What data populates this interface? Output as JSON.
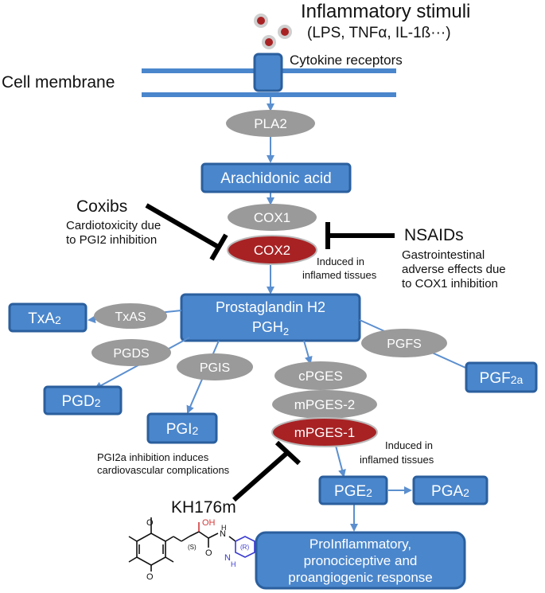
{
  "stimuli": {
    "line1": "Inflammatory stimuli",
    "line2": "(LPS, TNFα, IL-1ß···)"
  },
  "receptors": "Cytokine receptors",
  "membrane": "Cell membrane",
  "pla2": "PLA2",
  "arachidonic": "Arachidonic acid",
  "cox1": "COX1",
  "cox2": "COX2",
  "coxibs": {
    "title": "Coxibs",
    "line1": "Cardiotoxicity due",
    "line2": "to PGI2 inhibition"
  },
  "nsaids": {
    "title": "NSAIDs",
    "line1": "Gastrointestinal",
    "line2": "adverse effects due",
    "line3": "to COX1 inhibition"
  },
  "induced1": {
    "line1": "Induced in",
    "line2": "inflamed tissues"
  },
  "pgh2": {
    "line1": "Prostaglandin H2",
    "line2": "PGH",
    "sub": "2"
  },
  "txas": "TxAS",
  "txa2": {
    "main": "TxA",
    "sub": "2"
  },
  "pgds": "PGDS",
  "pgd2": {
    "main": "PGD",
    "sub": "2"
  },
  "pgis": "PGIS",
  "pgi2": {
    "main": "PGI",
    "sub": "2"
  },
  "pgfs": "PGFS",
  "pgf2a": {
    "main": "PGF",
    "sub": "2a"
  },
  "cpges": "cPGES",
  "mpges2": "mPGES-2",
  "mpges1": "mPGES-1",
  "induced2": {
    "line1": "Induced in",
    "line2": "inflamed tissues"
  },
  "pgi2note": {
    "line1": "PGI2a inhibition induces",
    "line2": "cardiovascular complications"
  },
  "kh": "KH176m",
  "pge2": {
    "main": "PGE",
    "sub": "2"
  },
  "pga2": {
    "main": "PGA",
    "sub": "2"
  },
  "response": {
    "line1": "ProInflammatory,",
    "line2": "pronociceptive and",
    "line3": "proangiogenic response"
  },
  "mol": {
    "oh": "OH",
    "o": "O",
    "o1": "O",
    "o2": "O",
    "n": "N",
    "h": "H",
    "nh": "N",
    "hh": "H",
    "s": "(S)",
    "r": "(R)"
  },
  "colors": {
    "box": "#4a86cc",
    "enzyme": "#9a9a9a",
    "induced_enzyme": "#a82224",
    "arrow": "#5b8fcf",
    "inhibitor": "#000000"
  }
}
